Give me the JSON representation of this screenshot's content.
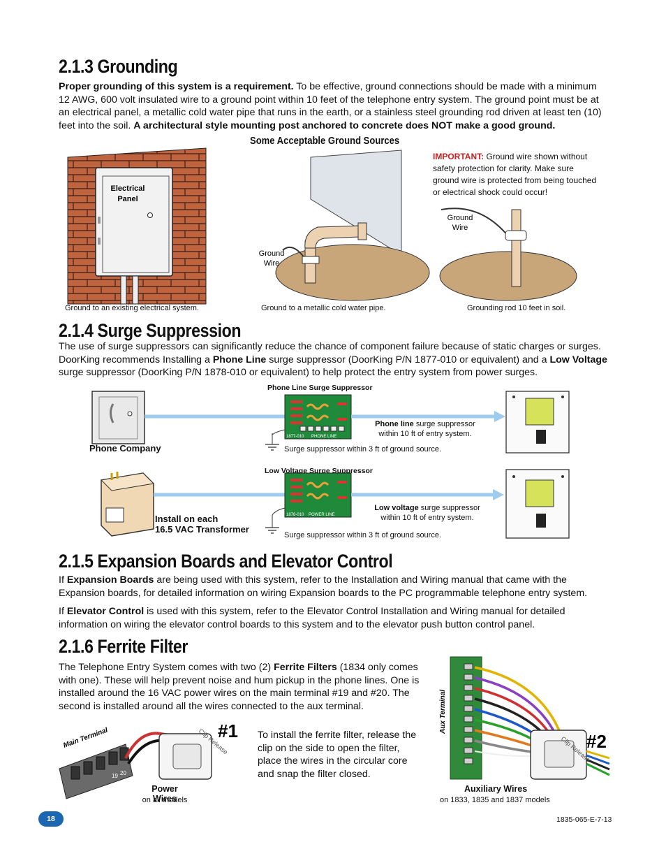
{
  "grounding": {
    "heading": "2.1.3 Grounding",
    "p_bold": "Proper grounding of this system is a requirement.",
    "p_text": " To be effective, ground connections should be made with a minimum 12 AWG, 600 volt insulated wire to a ground point within 10 feet of the telephone entry system. The ground point must be at an electrical panel, a metallic cold water pipe that runs in the earth, or a stainless steel grounding rod driven at least ten (10) feet into the soil. ",
    "p_bold2": "A architectural style mounting post anchored to concrete does NOT make a good ground.",
    "sources_title": "Some Acceptable Ground Sources",
    "important_label": "IMPORTANT:",
    "important_text": " Ground wire shown without safety protection for clarity. Make sure ground wire is protected from being touched or electrical shock could occur!",
    "panel_label_1": "Electrical",
    "panel_label_2": "Panel",
    "ground_wire_1": "Ground",
    "ground_wire_2": "Wire",
    "caption_panel": "Ground to an existing electrical system.",
    "caption_pipe": "Ground to a metallic cold water pipe.",
    "caption_rod": "Grounding rod 10 feet in soil."
  },
  "surge": {
    "heading": "2.1.4 Surge Suppression",
    "p1": "The use of surge suppressors can significantly reduce the chance of component failure because of static charges or surges. DoorKing recommends Installing a ",
    "p_b1": "Phone Line",
    "p2": " surge suppressor (DoorKing P/N 1877-010 or equivalent) and a ",
    "p_b2": "Low Voltage",
    "p3": " surge suppressor (DoorKing P/N 1878-010 or equivalent) to help protect the entry system from power surges.",
    "phone_title": "Phone Line Surge Suppressor",
    "phone_company": "Phone Company",
    "phone_board_part": "1877-010",
    "phone_board_label": "PHONE LINE",
    "phone_note_bold": "Phone line",
    "phone_note_1": " surge suppressor",
    "phone_note_2": "within 10 ft of entry system.",
    "phone_ground_note": "Surge suppressor within 3 ft of ground source.",
    "lv_title": "Low Voltage Surge Suppressor",
    "lv_install_1": "Install on each",
    "lv_install_2": "16.5 VAC Transformer",
    "lv_board_part": "1878-010",
    "lv_board_label": "POWER LINE",
    "lv_note_bold": "Low voltage",
    "lv_note_1": " surge suppressor",
    "lv_note_2": "within 10 ft of entry system.",
    "lv_ground_note": "Surge suppressor within 3 ft of ground source."
  },
  "expansion": {
    "heading": "2.1.5 Expansion Boards and Elevator Control",
    "p1_a": "If ",
    "p1_b": "Expansion Boards",
    "p1_c": " are being used with this system, refer to the Installation and Wiring manual that came with the Expansion boards, for detailed information on wiring Expansion boards to the PC programmable telephone entry system.",
    "p2_a": "If ",
    "p2_b": "Elevator Control",
    "p2_c": " is used with this system, refer to the Elevator Control Installation and Wiring manual for detailed information on wiring the elevator control boards to this system and to the elevator push button control panel."
  },
  "ferrite": {
    "heading": "2.1.6 Ferrite Filter",
    "p_a": "The Telephone Entry System comes with two (2) ",
    "p_b": "Ferrite Filters",
    "p_c": " (1834 only comes with one). These will help prevent noise and hum pickup in the phone lines. One is installed around the 16 VAC power wires on the main terminal #19 and #20. The second is installed around all the wires connected to the aux terminal.",
    "instructions": "To install the ferrite filter, release the clip on the side to open the filter, place the wires in the circular core and snap the filter closed.",
    "num1": "#1",
    "num2": "#2",
    "main_terminal": "Main Terminal",
    "aux_terminal": "Aux Terminal",
    "clip_release": "Clip Release",
    "terminal_19": "19",
    "terminal_20": "20",
    "power_wires": "Power Wires",
    "power_wires_sub": "on all models",
    "aux_wires": "Auxiliary Wires",
    "aux_wires_sub": "on 1833, 1835 and 1837 models"
  },
  "footer": {
    "page_number": "18",
    "doc_code": "1835-065-E-7-13"
  },
  "colors": {
    "brick": "#c0633f",
    "soil": "#c9a57a",
    "pipe": "#ecd2b0",
    "board_green": "#1f8a3a",
    "screen_yellow": "#d7e25b",
    "arrow_blue": "#9ecbee",
    "page_badge": "#1b67b2",
    "important_red": "#cc1f1f"
  }
}
